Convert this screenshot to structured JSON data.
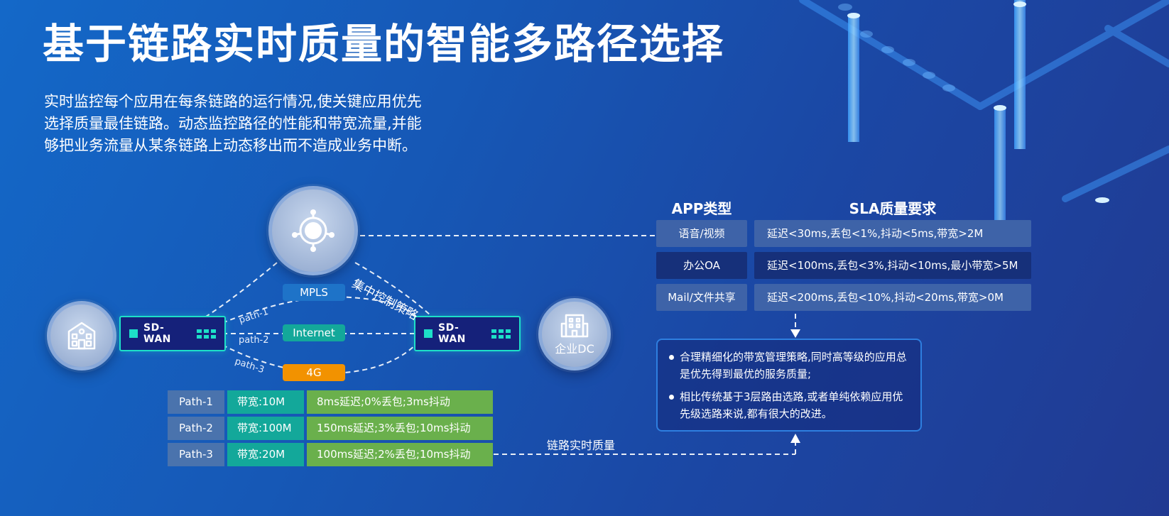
{
  "title": "基于链路实时质量的智能多路径选择",
  "description": [
    "实时监控每个应用在每条链路的运行情况,使关键应用优先",
    "选择质量最佳链路。动态监控路径的性能和带宽流量,并能",
    "够把业务流量从某条链路上动态移出而不造成业务中断。"
  ],
  "diagram": {
    "controller_icon": "hub-network-icon",
    "branch_icon": "building-icon",
    "dc_icon": "office-tower-icon",
    "dc_label": "企业DC",
    "sdwan_left": "SD-WAN",
    "sdwan_right": "SD-WAN",
    "policy_label": "集中控制策略",
    "links": [
      {
        "name": "MPLS",
        "color": "#1e73c8"
      },
      {
        "name": "Internet",
        "color": "#13a89a"
      },
      {
        "name": "4G",
        "color": "#f29200"
      }
    ],
    "path_labels": [
      "path-1",
      "path-2",
      "path-3"
    ],
    "realtime_label": "链路实时质量"
  },
  "path_table": [
    {
      "path": "Path-1",
      "bandwidth": "带宽:10M",
      "quality": "8ms延迟;0%丢包;3ms抖动"
    },
    {
      "path": "Path-2",
      "bandwidth": "带宽:100M",
      "quality": "150ms延迟;3%丢包;10ms抖动"
    },
    {
      "path": "Path-3",
      "bandwidth": "带宽:20M",
      "quality": "100ms延迟;2%丢包;10ms抖动"
    }
  ],
  "sla_table": {
    "header_app": "APP类型",
    "header_sla": "SLA质量要求",
    "rows": [
      {
        "app": "语音/视频",
        "sla": "延迟<30ms,丢包<1%,抖动<5ms,带宽>2M"
      },
      {
        "app": "办公OA",
        "sla": "延迟<100ms,丢包<3%,抖动<10ms,最小带宽>5M"
      },
      {
        "app": "Mail/文件共享",
        "sla": "延迟<200ms,丢包<10%,抖动<20ms,带宽>0M"
      }
    ]
  },
  "benefits": [
    "合理精细化的带宽管理策略,同时高等级的应用总是优先得到最优的服务质量;",
    "相比传统基于3层路由选路,或者单纯依赖应用优先级选路来说,都有很大的改进。"
  ],
  "colors": {
    "accent_teal": "#1de0c8",
    "mpls": "#1e73c8",
    "internet": "#13a89a",
    "lte": "#f29200",
    "quality_green": "#6ab04c"
  }
}
